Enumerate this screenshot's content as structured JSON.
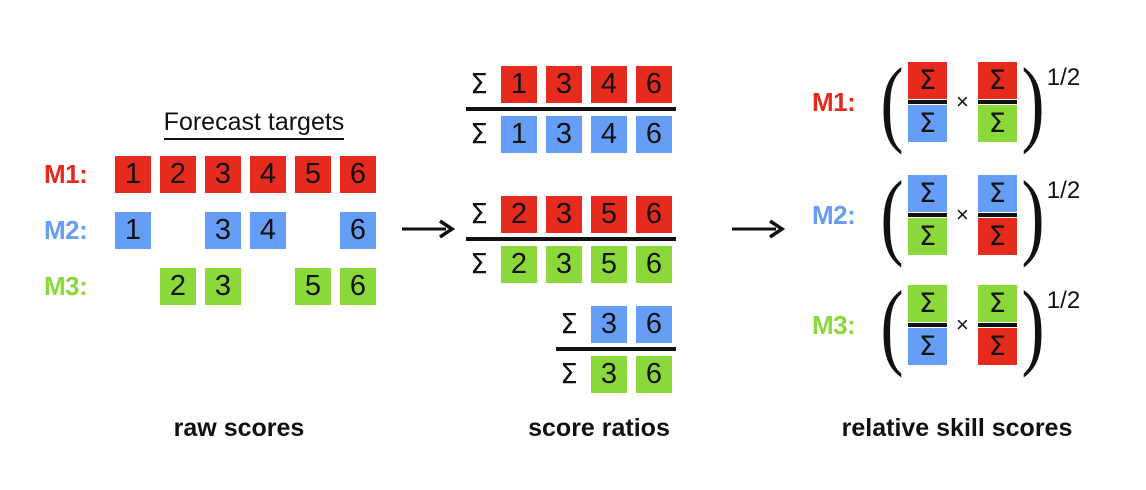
{
  "colors": {
    "m1_red": "#e62b1e",
    "m2_blue": "#669df6",
    "m3_green": "#8bd83b",
    "text": "#111111",
    "background": "#ffffff"
  },
  "panel_raw": {
    "header": "Forecast targets",
    "caption": "raw scores",
    "column_count": 6,
    "rows": [
      {
        "label": "M1:",
        "color_key": "m1_red",
        "cells": [
          "1",
          "2",
          "3",
          "4",
          "5",
          "6"
        ]
      },
      {
        "label": "M2:",
        "color_key": "m2_blue",
        "cells": [
          "1",
          "",
          "3",
          "4",
          "",
          "6"
        ]
      },
      {
        "label": "M3:",
        "color_key": "m3_green",
        "cells": [
          "",
          "2",
          "3",
          "",
          "5",
          "6"
        ]
      }
    ]
  },
  "arrows": [
    {
      "name": "arrow-raw-to-ratios",
      "glyph": "→"
    },
    {
      "name": "arrow-ratios-to-skill",
      "glyph": "→"
    }
  ],
  "panel_ratios": {
    "caption": "score ratios",
    "sigma": "Σ",
    "groups": [
      {
        "name": "ratio-m1-over-m2",
        "numerator": {
          "color_key": "m1_red",
          "cells": [
            "1",
            "3",
            "4",
            "6"
          ]
        },
        "denominator": {
          "color_key": "m2_blue",
          "cells": [
            "1",
            "3",
            "4",
            "6"
          ]
        }
      },
      {
        "name": "ratio-m1-over-m3",
        "numerator": {
          "color_key": "m1_red",
          "cells": [
            "2",
            "3",
            "5",
            "6"
          ]
        },
        "denominator": {
          "color_key": "m3_green",
          "cells": [
            "2",
            "3",
            "5",
            "6"
          ]
        }
      },
      {
        "name": "ratio-m2-over-m3",
        "numerator": {
          "color_key": "m2_blue",
          "cells": [
            "3",
            "6"
          ]
        },
        "denominator": {
          "color_key": "m3_green",
          "cells": [
            "3",
            "6"
          ]
        }
      }
    ]
  },
  "panel_skill": {
    "caption": "relative skill scores",
    "sigma": "Σ",
    "times": "×",
    "exponent": "1/2",
    "paren_open": "(",
    "paren_close": ")",
    "rows": [
      {
        "label": "M1:",
        "label_color_key": "m1_red",
        "fractions": [
          {
            "numerator_color_key": "m1_red",
            "denominator_color_key": "m2_blue"
          },
          {
            "numerator_color_key": "m1_red",
            "denominator_color_key": "m3_green"
          }
        ]
      },
      {
        "label": "M2:",
        "label_color_key": "m2_blue",
        "fractions": [
          {
            "numerator_color_key": "m2_blue",
            "denominator_color_key": "m3_green"
          },
          {
            "numerator_color_key": "m2_blue",
            "denominator_color_key": "m1_red"
          }
        ]
      },
      {
        "label": "M3:",
        "label_color_key": "m3_green",
        "fractions": [
          {
            "numerator_color_key": "m3_green",
            "denominator_color_key": "m2_blue"
          },
          {
            "numerator_color_key": "m3_green",
            "denominator_color_key": "m1_red"
          }
        ]
      }
    ]
  }
}
